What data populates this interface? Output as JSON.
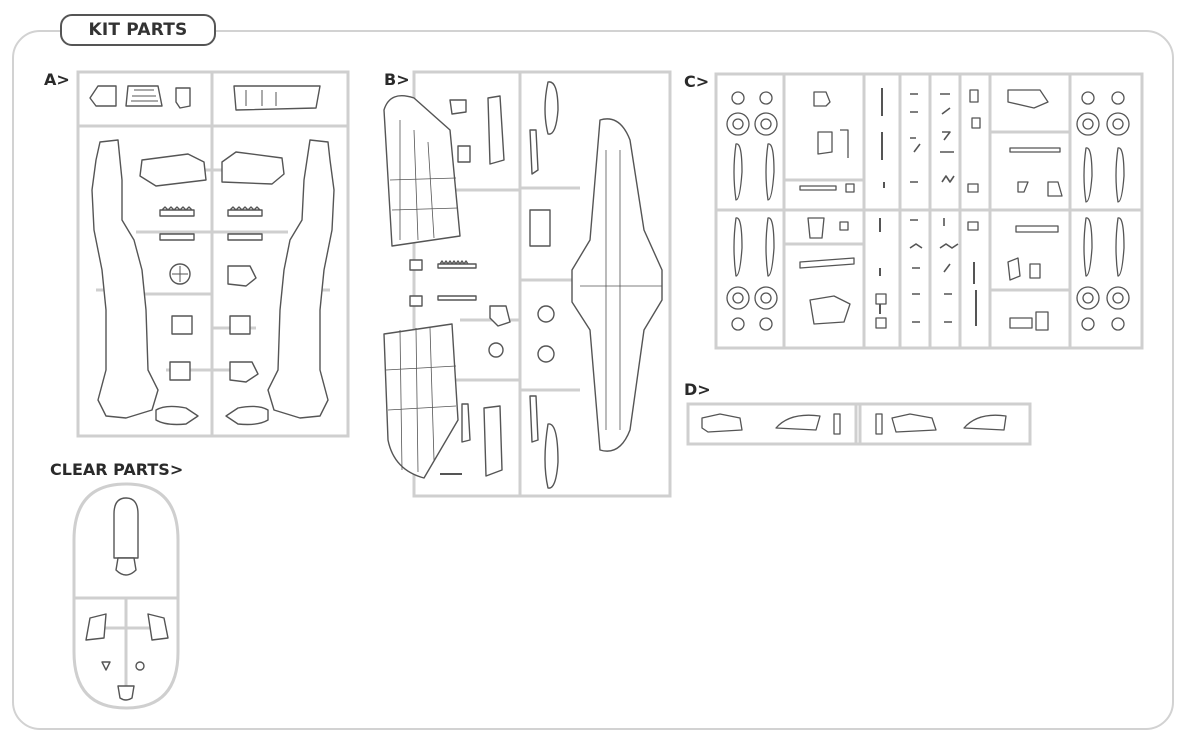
{
  "header": {
    "title": "KIT PARTS"
  },
  "sections": {
    "a": {
      "label": "A>"
    },
    "b": {
      "label": "B>"
    },
    "c": {
      "label": "C>"
    },
    "d": {
      "label": "D>"
    },
    "clear": {
      "label": "CLEAR PARTS>"
    }
  },
  "colors": {
    "sprue": "#cfcfcf",
    "part_outline": "#555555",
    "frame": "#d2d2d2"
  }
}
